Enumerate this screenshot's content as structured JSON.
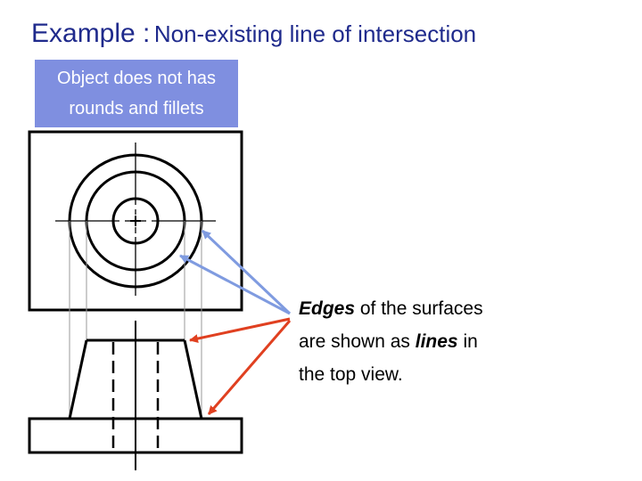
{
  "title": {
    "lead": "Example :",
    "rest": "Non-existing line of intersection"
  },
  "callout": {
    "line1": "Object does not has",
    "line2": "rounds and fillets"
  },
  "note": {
    "w1": "Edges",
    "w2": "of the surfaces",
    "w3": "are shown as",
    "w4": "lines",
    "w5": "in",
    "w6": "the top view."
  },
  "colors": {
    "title": "#1f2a8c",
    "callout_bg": "#7f8fe0",
    "arrow_top": "#7f9be0",
    "arrow_front": "#e04020",
    "projection": "#9a9a9a"
  }
}
